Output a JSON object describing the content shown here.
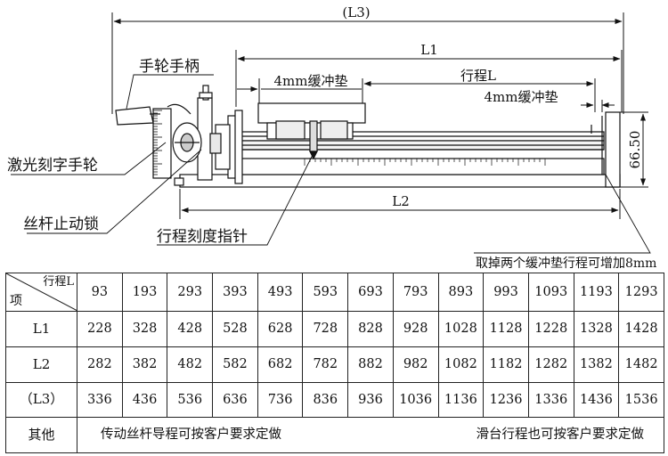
{
  "drawing": {
    "dim_L3": "(L3)",
    "dim_L1": "L1",
    "dim_L2": "L2",
    "dim_stroke": "行程L",
    "dim_height": "66.50",
    "label_handwheel_handle": "手轮手柄",
    "label_buffer_left": "4mm缓冲垫",
    "label_buffer_right": "4mm缓冲垫",
    "label_laser_handwheel": "激光刻字手轮",
    "label_screw_lock": "丝杆止动锁",
    "label_stroke_pointer": "行程刻度指针",
    "label_remove_buffers": "取掉两个缓冲垫行程可增加8mm"
  },
  "table": {
    "corner_top": "行程L",
    "corner_bottom": "项",
    "rows": [
      {
        "label": "",
        "values": [
          "93",
          "193",
          "293",
          "393",
          "493",
          "593",
          "693",
          "793",
          "893",
          "993",
          "1093",
          "1193",
          "1293"
        ]
      },
      {
        "label": "L1",
        "values": [
          "228",
          "328",
          "428",
          "528",
          "628",
          "728",
          "828",
          "928",
          "1028",
          "1128",
          "1228",
          "1328",
          "1428"
        ]
      },
      {
        "label": "L2",
        "values": [
          "282",
          "382",
          "482",
          "582",
          "682",
          "782",
          "882",
          "982",
          "1082",
          "1182",
          "1282",
          "1382",
          "1482"
        ]
      },
      {
        "label": "（L3）",
        "values": [
          "336",
          "436",
          "536",
          "636",
          "736",
          "836",
          "936",
          "1036",
          "1136",
          "1236",
          "1336",
          "1436",
          "1536"
        ]
      }
    ],
    "other_label": "其他",
    "other_left": "传动丝杆导程可按客户要求定做",
    "other_right": "滑台行程也可按客户要求定做"
  }
}
